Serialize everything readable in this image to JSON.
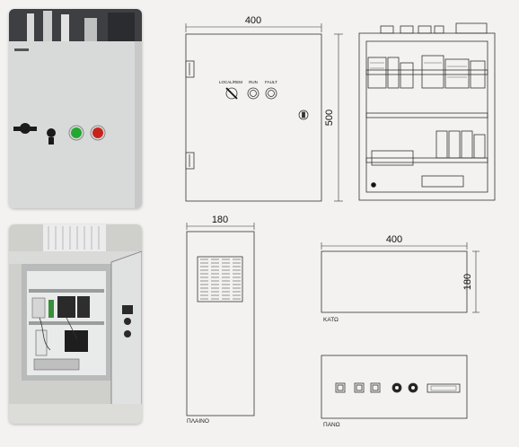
{
  "front_view": {
    "width_label": "400",
    "height_label": "500",
    "local_rem_label": "LOCAL/REM",
    "run_label": "RUN",
    "fault_label": "FAULT"
  },
  "side_view": {
    "width_label": "180",
    "caption": "ΠΛΑΙΝΟ"
  },
  "bottom_view": {
    "width_label": "400",
    "depth_label": "180",
    "caption": "ΚΑΤΩ"
  },
  "top_view": {
    "caption": "ΠΑΝΩ"
  },
  "colors": {
    "run_lamp": "#2fbf3a",
    "fault_lamp": "#d42a1f",
    "cabinet": "#dfe0df",
    "line": "#333333"
  },
  "icons": [
    "key-switch-icon",
    "pushbutton-icon",
    "lock-icon",
    "hinge-icon",
    "gland-icon"
  ]
}
